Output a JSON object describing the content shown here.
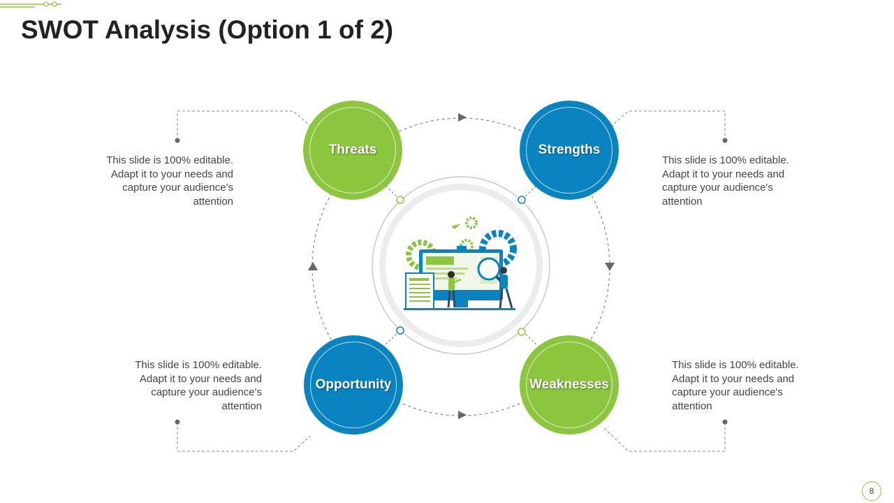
{
  "slide": {
    "title": "SWOT Analysis (Option 1 of 2)",
    "page_number": "8"
  },
  "quadrants": {
    "threats": {
      "label": "Threats",
      "description": "This slide is 100% editable. Adapt it to your needs and capture your audience's attention"
    },
    "strengths": {
      "label": "Strengths",
      "description": "This slide is 100% editable. Adapt it to your needs and capture your audience's attention"
    },
    "opportunity": {
      "label": "Opportunity",
      "description": "This slide is 100% editable. Adapt it to your needs and capture your audience's attention"
    },
    "weaknesses": {
      "label": "Weaknesses",
      "description": "This slide is 100% editable. Adapt it to your needs and capture your audience's attention"
    }
  },
  "colors": {
    "green": "#8cc63f",
    "blue": "#0a84c0",
    "title_text": "#222222",
    "body_text": "#444444"
  },
  "icons": [
    "computer-analysis-illustration",
    "gear-icon",
    "magnifier-icon",
    "paper-plane-icon",
    "clipboard-icon"
  ]
}
